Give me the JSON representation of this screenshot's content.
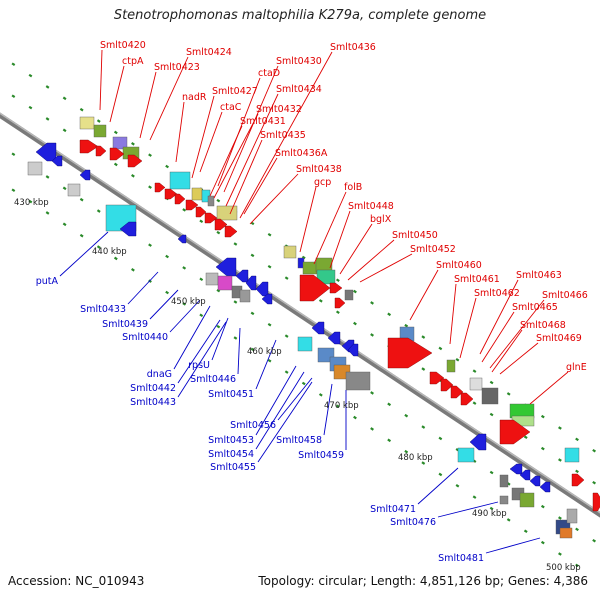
{
  "title": "Stenotrophomonas maltophilia K279a, complete genome",
  "footer": {
    "accession": "Accession: NC_010943",
    "topology": "Topology: circular; Length: 4,851,126 bp; Genes: 4,386"
  },
  "colors": {
    "axis": "#888888",
    "forward_label": "#e00000",
    "reverse_label": "#0000c8",
    "ruler_dot": "#2a8a2a",
    "cyan": "#33dde6",
    "red": "#ee1111",
    "blue": "#1f1fdd"
  },
  "kbp_ticks": [
    "430 kbp",
    "440 kbp",
    "450 kbp",
    "460 kbp",
    "470 kbp",
    "480 kbp",
    "490 kbp",
    "500 kbp"
  ],
  "forward_genes": [
    "Smlt0420",
    "ctpA",
    "Smlt0423",
    "Smlt0424",
    "nadR",
    "Smlt0427",
    "ctaC",
    "ctaD",
    "Smlt0430",
    "Smlt0431",
    "Smlt0432",
    "Smlt0434",
    "Smlt0435",
    "Smlt0436",
    "Smlt0436A",
    "Smlt0438",
    "gcp",
    "folB",
    "Smlt0448",
    "bglX",
    "Smlt0450",
    "Smlt0452",
    "Smlt0460",
    "Smlt0461",
    "Smlt0462",
    "Smlt0463",
    "Smlt0465",
    "Smlt0466",
    "Smlt0468",
    "Smlt0469",
    "glnE"
  ],
  "reverse_genes": [
    "putA",
    "Smlt0433",
    "Smlt0439",
    "Smlt0440",
    "dnaG",
    "rpsU",
    "Smlt0442",
    "Smlt0443",
    "Smlt0446",
    "Smlt0451",
    "Smlt0453",
    "Smlt0454",
    "Smlt0455",
    "Smlt0456",
    "Smlt0458",
    "Smlt0459",
    "Smlt0471",
    "Smlt0476",
    "Smlt0481"
  ]
}
